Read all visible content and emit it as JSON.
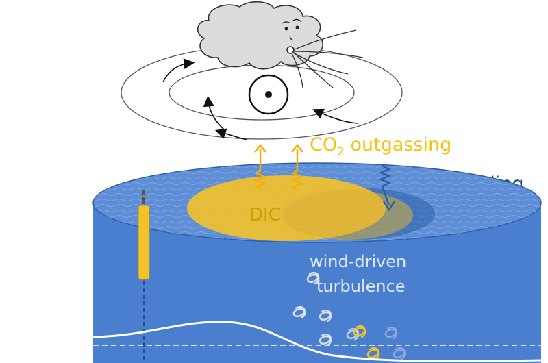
{
  "labels": {
    "co2_prefix": "CO",
    "co2_subscript": "2",
    "co2_suffix": " outgassing",
    "sst": "SST cooling",
    "dic": "DIC",
    "wind_line1": "wind-driven",
    "wind_line2": "turbulence"
  },
  "colors": {
    "ocean_side": "#4a7fd0",
    "ocean_top": "#5e8ed6",
    "dic_yellow": "#f2c12e",
    "sst_blue": "#2b5fa8",
    "co2_text": "#f4c20d",
    "sst_text": "#1f4e79"
  },
  "icons": [
    "cloud-icon",
    "cyclone-eye-icon",
    "mooring-buoy-icon",
    "turbulence-swirl-icon"
  ]
}
